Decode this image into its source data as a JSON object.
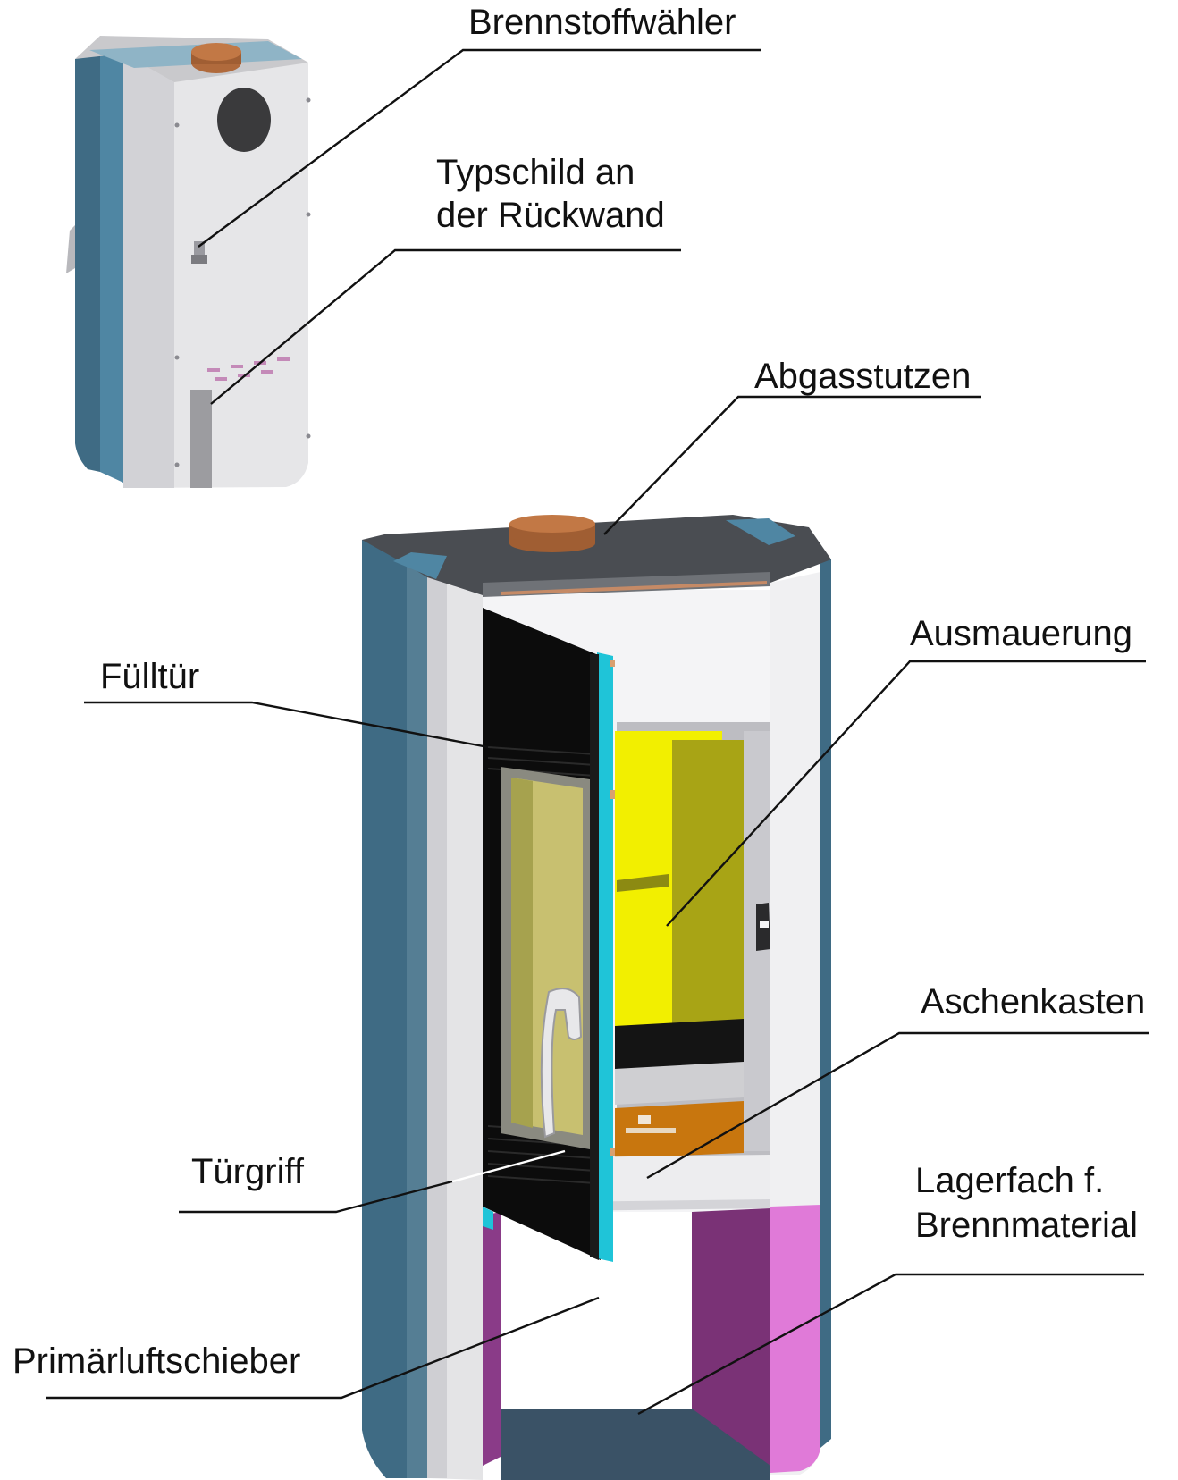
{
  "labels": {
    "brennstoffwaehler": "Brennstoffwähler",
    "typschild_line1": "Typschild an",
    "typschild_line2": "der Rückwand",
    "abgasstutzen": "Abgasstutzen",
    "ausmauerung": "Ausmauerung",
    "fuelltuer": "Fülltür",
    "aschenkasten": "Aschenkasten",
    "tuergriff": "Türgriff",
    "lagerfach_line1": "Lagerfach f.",
    "lagerfach_line2": "Brennmaterial",
    "primaerluftschieber": "Primärluftschieber"
  },
  "colors": {
    "side_panel": "#3f6b84",
    "body_light": "#e4e4e6",
    "top_dark": "#4a4d52",
    "flue_pipe": "#b06a3c",
    "firebox_yellow": "#f2ef00",
    "firebox_olive": "#a8a415",
    "door_black": "#0c0c0c",
    "door_edge_cyan": "#1fc4d8",
    "storage_pink": "#e07ad8",
    "storage_purple": "#8a3b88",
    "ash_box_orange": "#c8760e"
  }
}
